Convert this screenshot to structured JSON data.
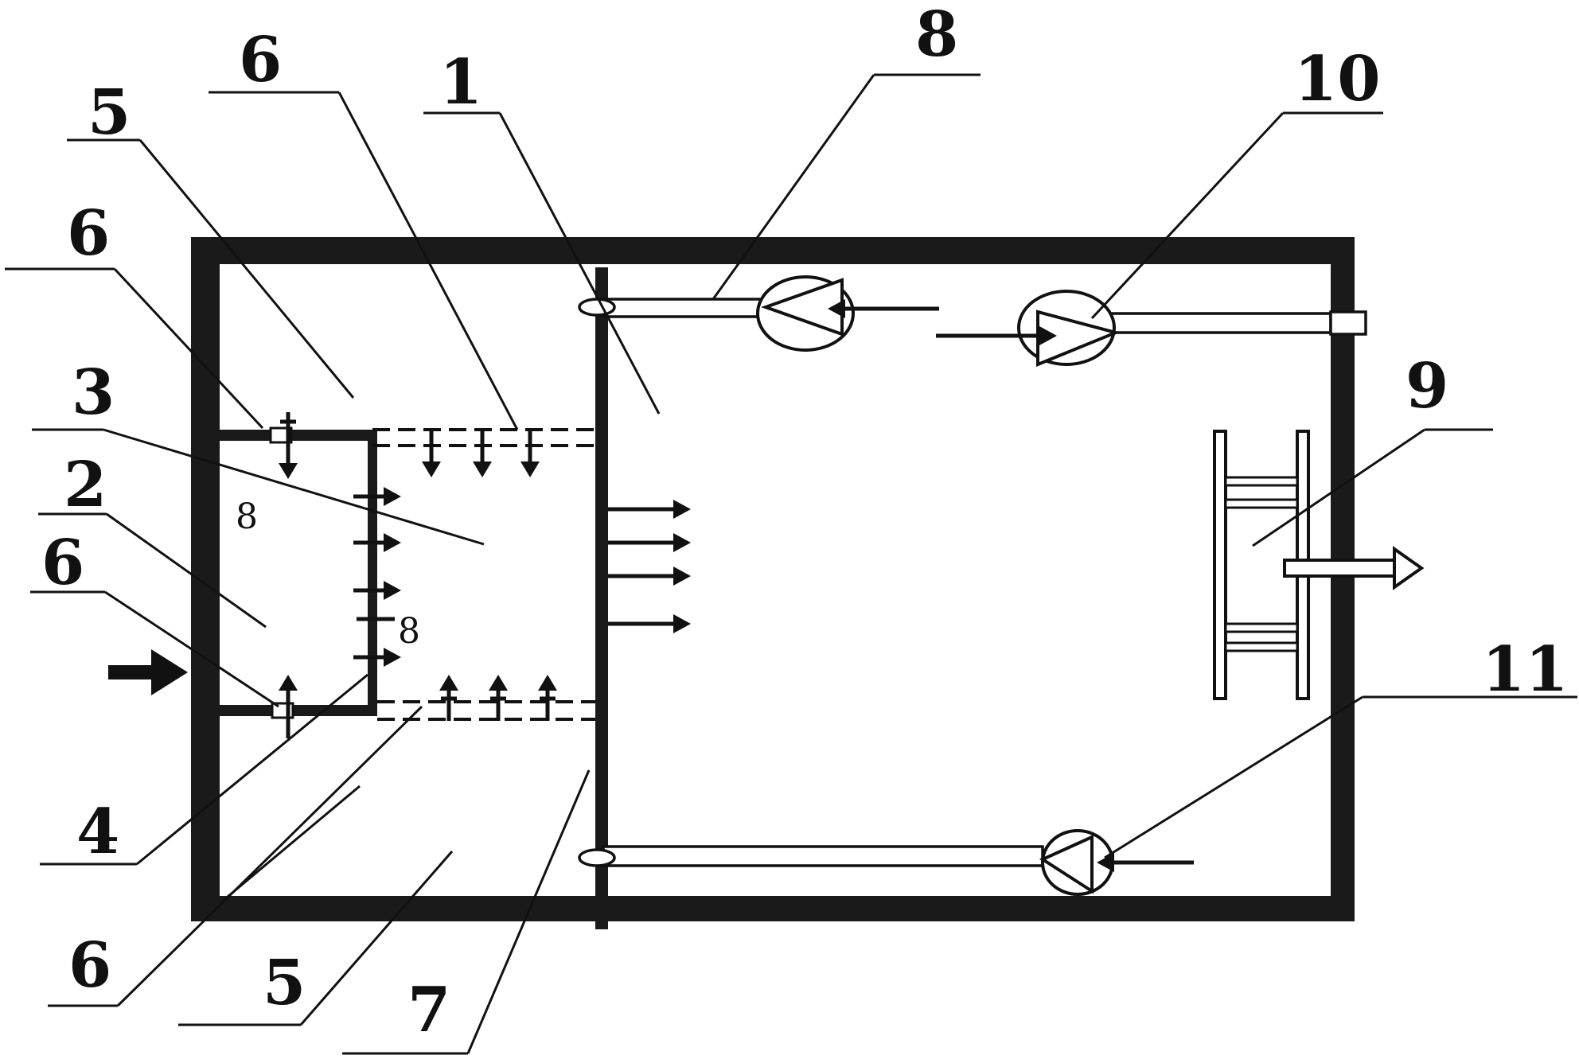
{
  "labels": {
    "l1": "1",
    "l2": "2",
    "l3": "3",
    "l4": "4",
    "l5_top": "5",
    "l5_bottom": "5",
    "l6_top_center": "6",
    "l6_left_upper": "6",
    "l6_left_lower": "6",
    "l6_bottom": "6",
    "l7": "7",
    "l8": "8",
    "l9": "9",
    "l10": "10",
    "l11": "11",
    "mark8_upper": "8",
    "mark8_lower": "8"
  }
}
